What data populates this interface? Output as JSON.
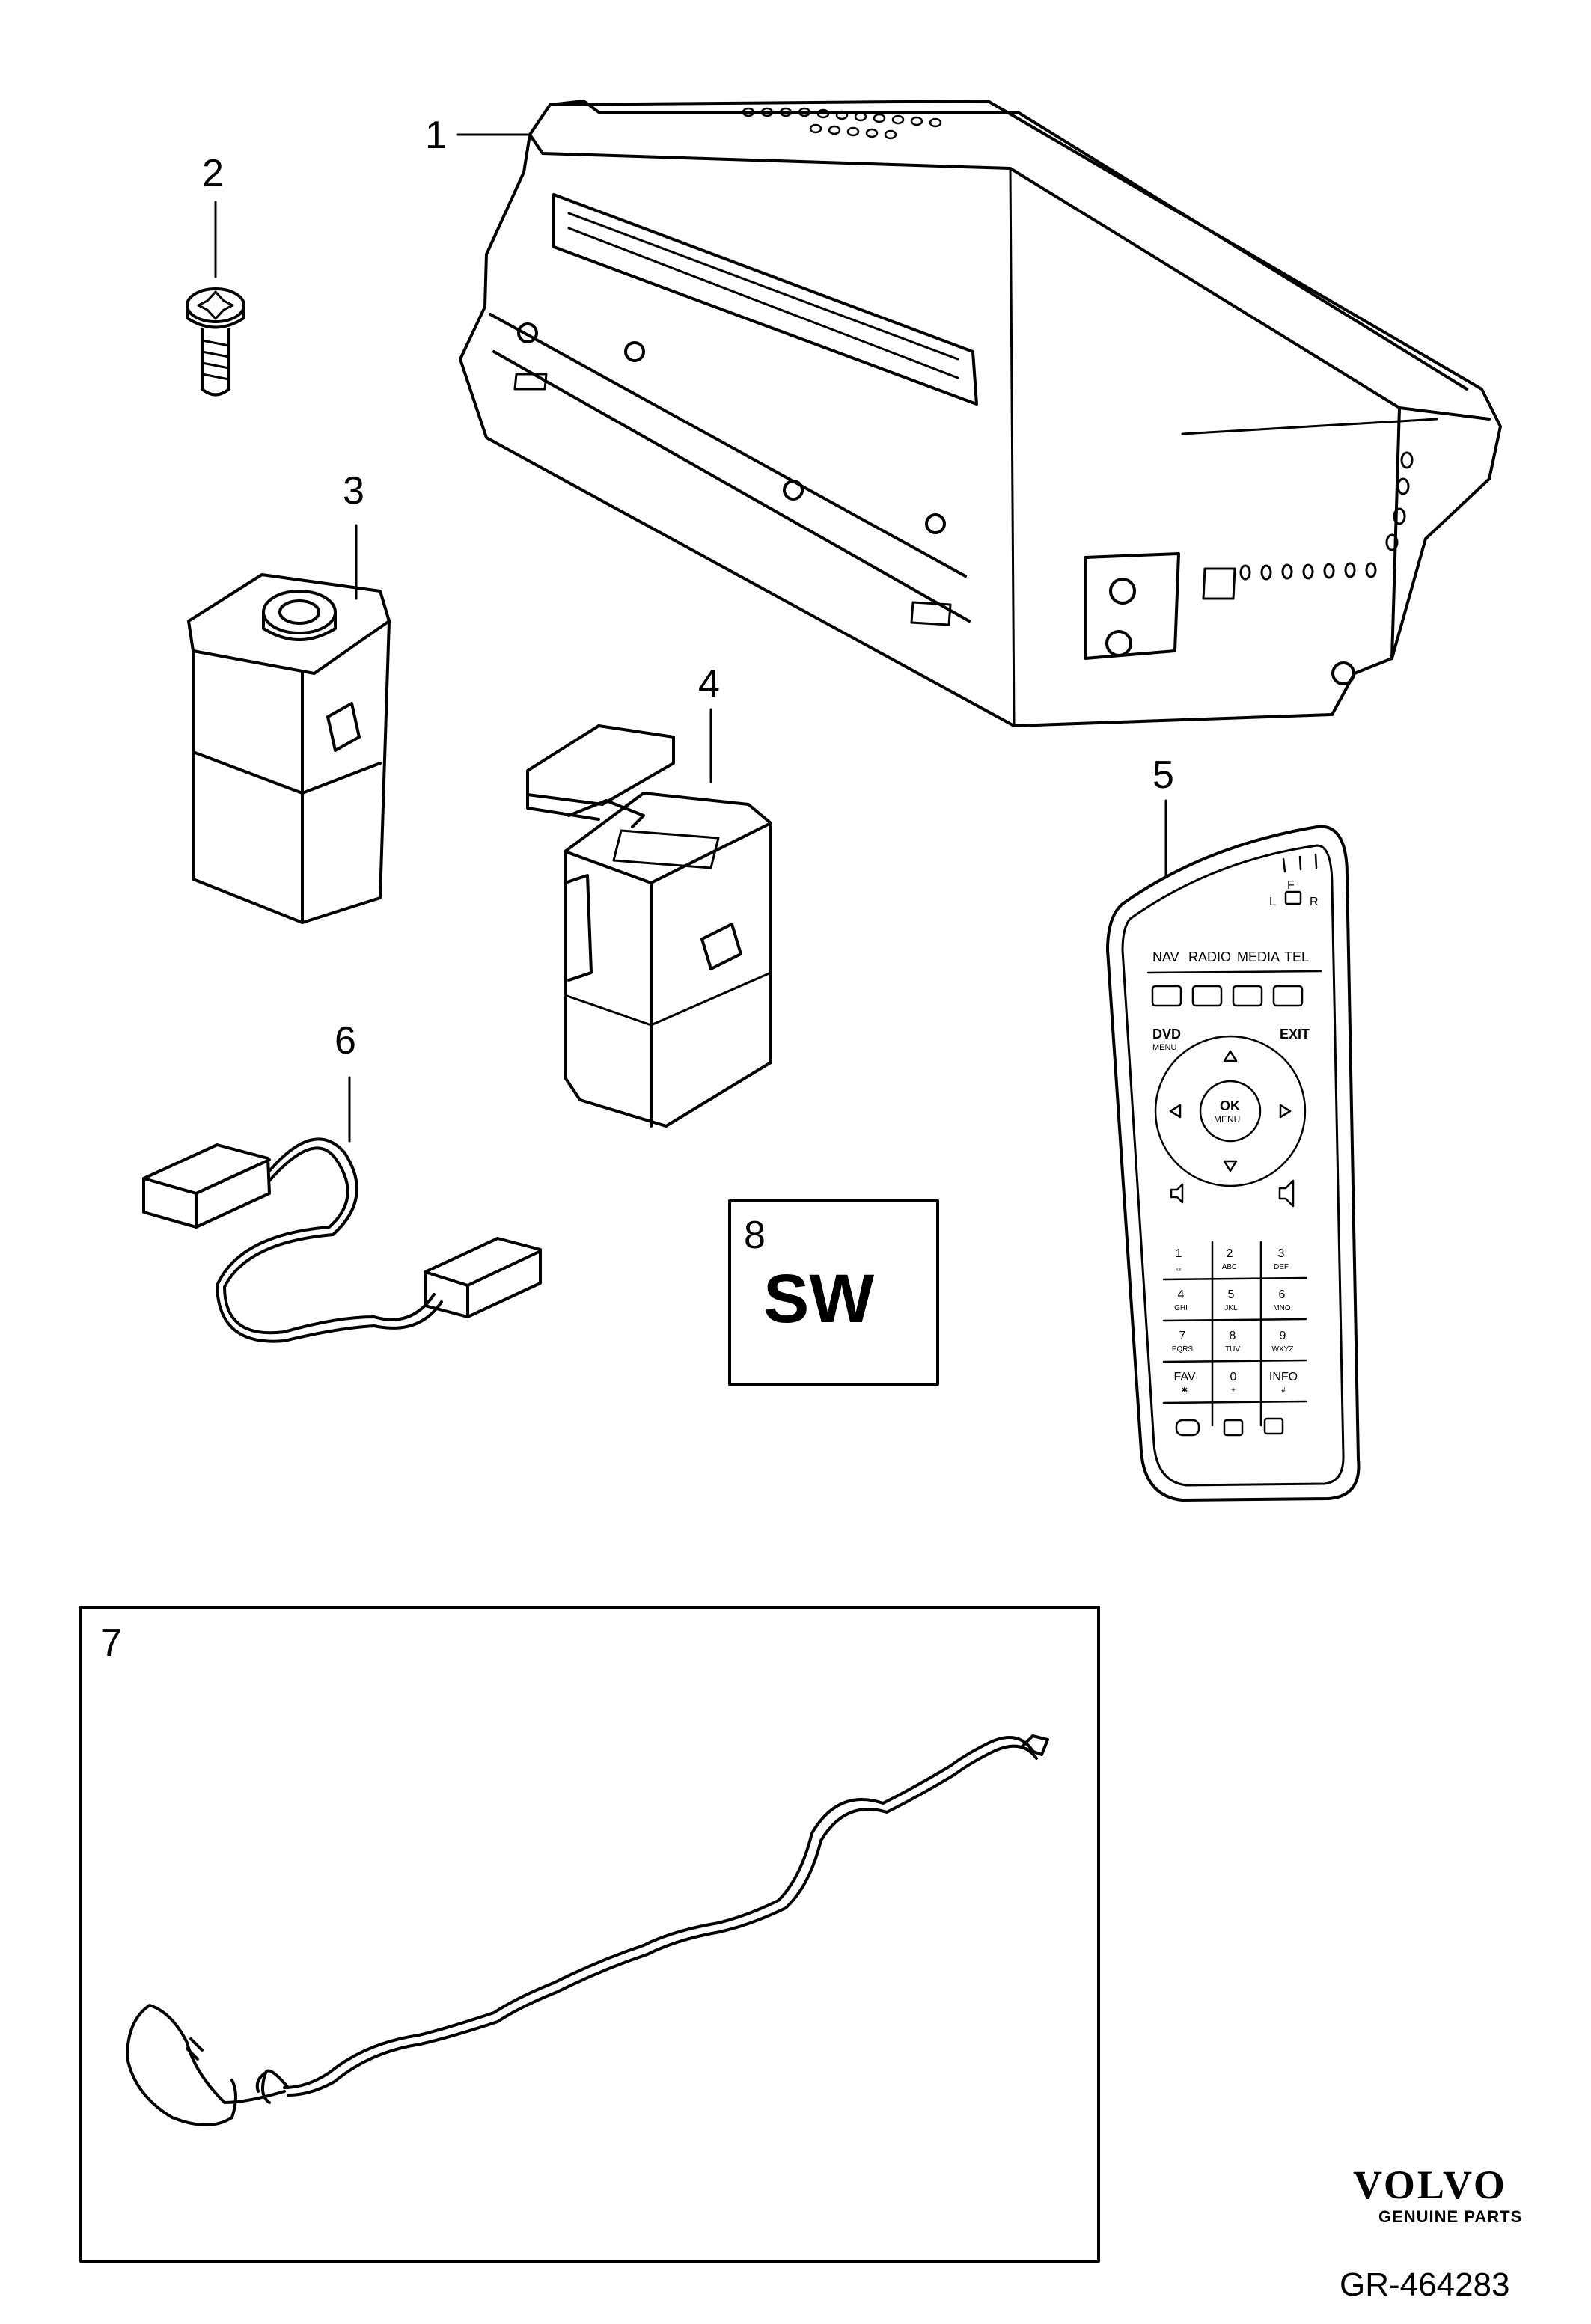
{
  "callouts": {
    "c1": "1",
    "c2": "2",
    "c3": "3",
    "c4": "4",
    "c5": "5",
    "c6": "6",
    "c7": "7",
    "c8": "8"
  },
  "software_box": {
    "label": "SW"
  },
  "remote": {
    "top_labels": {
      "left": "L",
      "front": "F",
      "right": "R"
    },
    "source_buttons": [
      "NAV",
      "RADIO",
      "MEDIA",
      "TEL"
    ],
    "dvd_label": "DVD",
    "dvd_menu_label": "MENU",
    "exit_label": "EXIT",
    "ok_label": "OK",
    "ok_menu_label": "MENU",
    "keys": [
      {
        "main": "1",
        "sub": "␣"
      },
      {
        "main": "2",
        "sub": "ABC"
      },
      {
        "main": "3",
        "sub": "DEF"
      },
      {
        "main": "4",
        "sub": "GHI"
      },
      {
        "main": "5",
        "sub": "JKL"
      },
      {
        "main": "6",
        "sub": "MNO"
      },
      {
        "main": "7",
        "sub": "PQRS"
      },
      {
        "main": "8",
        "sub": "TUV"
      },
      {
        "main": "9",
        "sub": "WXYZ"
      },
      {
        "main": "FAV",
        "sub": "✱"
      },
      {
        "main": "0",
        "sub": "+"
      },
      {
        "main": "INFO",
        "sub": "#"
      }
    ]
  },
  "brand": {
    "name": "VOLVO",
    "tagline": "GENUINE PARTS"
  },
  "reference": "GR-464283",
  "icons": {
    "unit": "head-unit-icon",
    "screw": "torx-screw-icon",
    "module3": "module-box-icon",
    "module4": "relay-module-icon",
    "remote": "remote-control-icon",
    "cable6": "adapter-cable-icon",
    "harness7": "wiring-harness-icon"
  }
}
